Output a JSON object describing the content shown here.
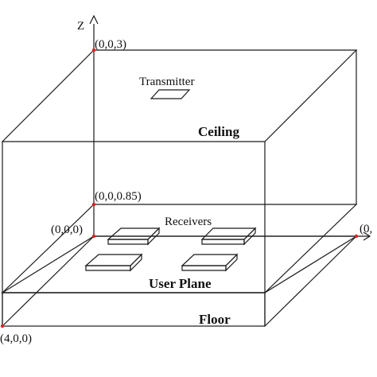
{
  "axis": {
    "z_label": "Z"
  },
  "coords": {
    "ceiling_origin": "(0,0,3)",
    "user_plane_origin": "(0,0,0.85)",
    "origin": "(0,0,0)",
    "x_axis_point": "(4,0,0)",
    "y_axis_point": "(0,"
  },
  "labels": {
    "transmitter": "Transmitter",
    "receivers": "Receivers",
    "ceiling": "Ceiling",
    "user_plane": "User Plane",
    "floor": "Floor"
  },
  "colors": {
    "ceiling_fill": "#e0e0e0",
    "user_plane_fill": "#c8c8c8",
    "floor_fill": "#dedede",
    "point_marker": "#e02020"
  }
}
